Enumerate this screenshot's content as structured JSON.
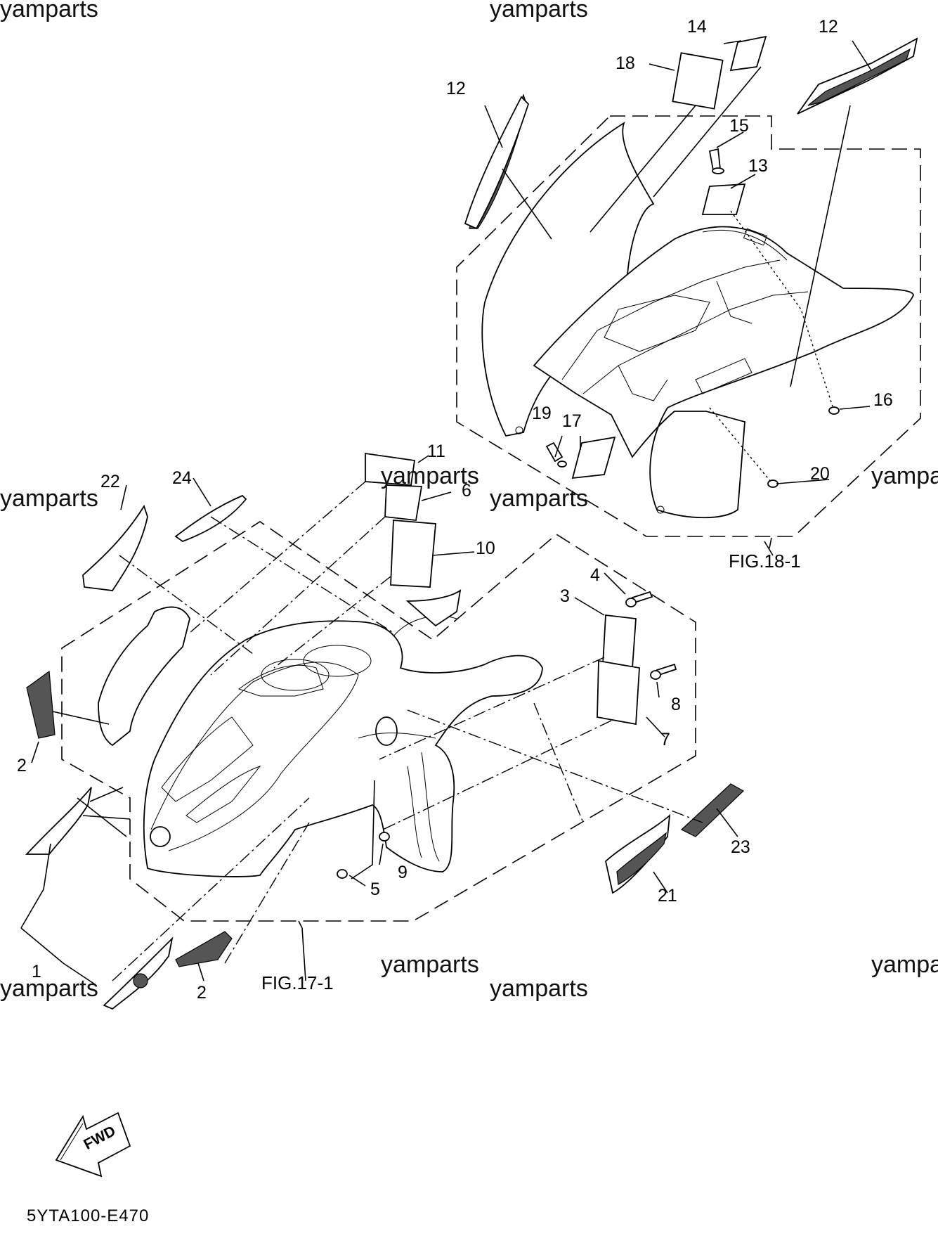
{
  "watermark_text": "yamparts",
  "callouts": {
    "c1": "1",
    "c2a": "2",
    "c2b": "2",
    "c3": "3",
    "c4": "4",
    "c5": "5",
    "c6": "6",
    "c7": "7",
    "c8": "8",
    "c9": "9",
    "c10": "10",
    "c11": "11",
    "c12a": "12",
    "c12b": "12",
    "c13": "13",
    "c14": "14",
    "c15": "15",
    "c16": "16",
    "c17": "17",
    "c18": "18",
    "c19": "19",
    "c20": "20",
    "c21": "21",
    "c22": "22",
    "c23": "23",
    "c24": "24"
  },
  "figure_refs": {
    "front": "FIG.17-1",
    "rear": "FIG.18-1"
  },
  "fwd_label": "FWD",
  "diagram_code": "5YTA100-E470"
}
